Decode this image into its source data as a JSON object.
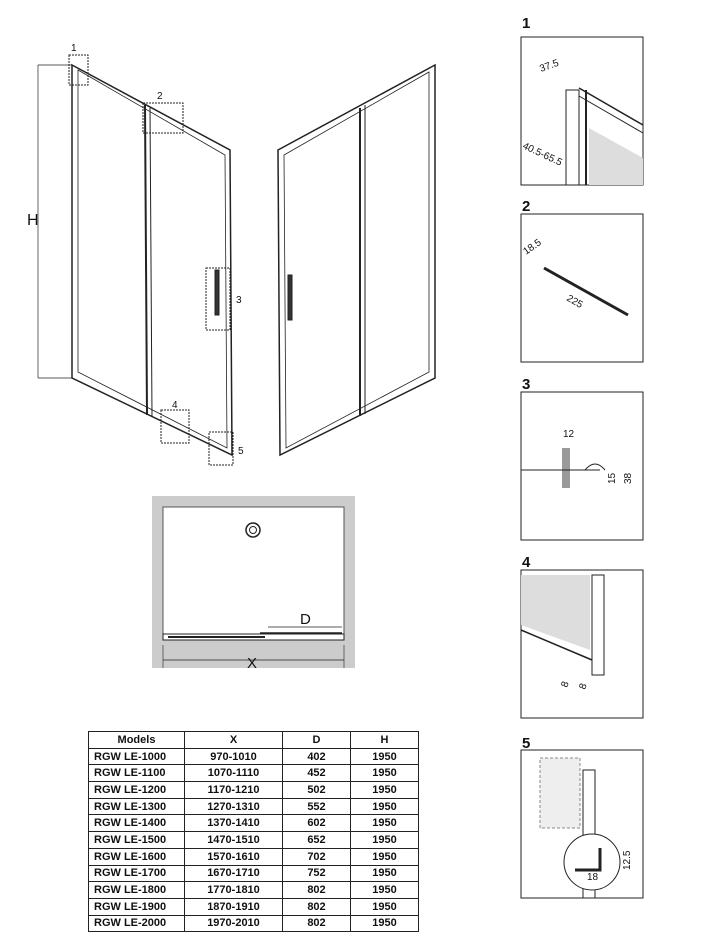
{
  "elevation": {
    "height_label": "H",
    "callouts": [
      "1",
      "2",
      "3",
      "4",
      "5"
    ]
  },
  "plan": {
    "width_label": "X",
    "opening_label": "D"
  },
  "details": [
    {
      "number": "1",
      "dims": [
        "37.5",
        "40.5-65.5"
      ]
    },
    {
      "number": "2",
      "dims": [
        "18.5",
        "225"
      ]
    },
    {
      "number": "3",
      "dims": [
        "12",
        "15",
        "38"
      ]
    },
    {
      "number": "4",
      "dims": [
        "8",
        "8"
      ]
    },
    {
      "number": "5",
      "dims": [
        "18",
        "12.5"
      ]
    }
  ],
  "table": {
    "headers": [
      "Models",
      "X",
      "D",
      "H"
    ],
    "rows": [
      [
        "RGW LE-1000",
        "970-1010",
        "402",
        "1950"
      ],
      [
        "RGW LE-1100",
        "1070-1110",
        "452",
        "1950"
      ],
      [
        "RGW LE-1200",
        "1170-1210",
        "502",
        "1950"
      ],
      [
        "RGW LE-1300",
        "1270-1310",
        "552",
        "1950"
      ],
      [
        "RGW LE-1400",
        "1370-1410",
        "602",
        "1950"
      ],
      [
        "RGW LE-1500",
        "1470-1510",
        "652",
        "1950"
      ],
      [
        "RGW LE-1600",
        "1570-1610",
        "702",
        "1950"
      ],
      [
        "RGW LE-1700",
        "1670-1710",
        "752",
        "1950"
      ],
      [
        "RGW LE-1800",
        "1770-1810",
        "802",
        "1950"
      ],
      [
        "RGW LE-1900",
        "1870-1910",
        "802",
        "1950"
      ],
      [
        "RGW LE-2000",
        "1970-2010",
        "802",
        "1950"
      ]
    ]
  }
}
